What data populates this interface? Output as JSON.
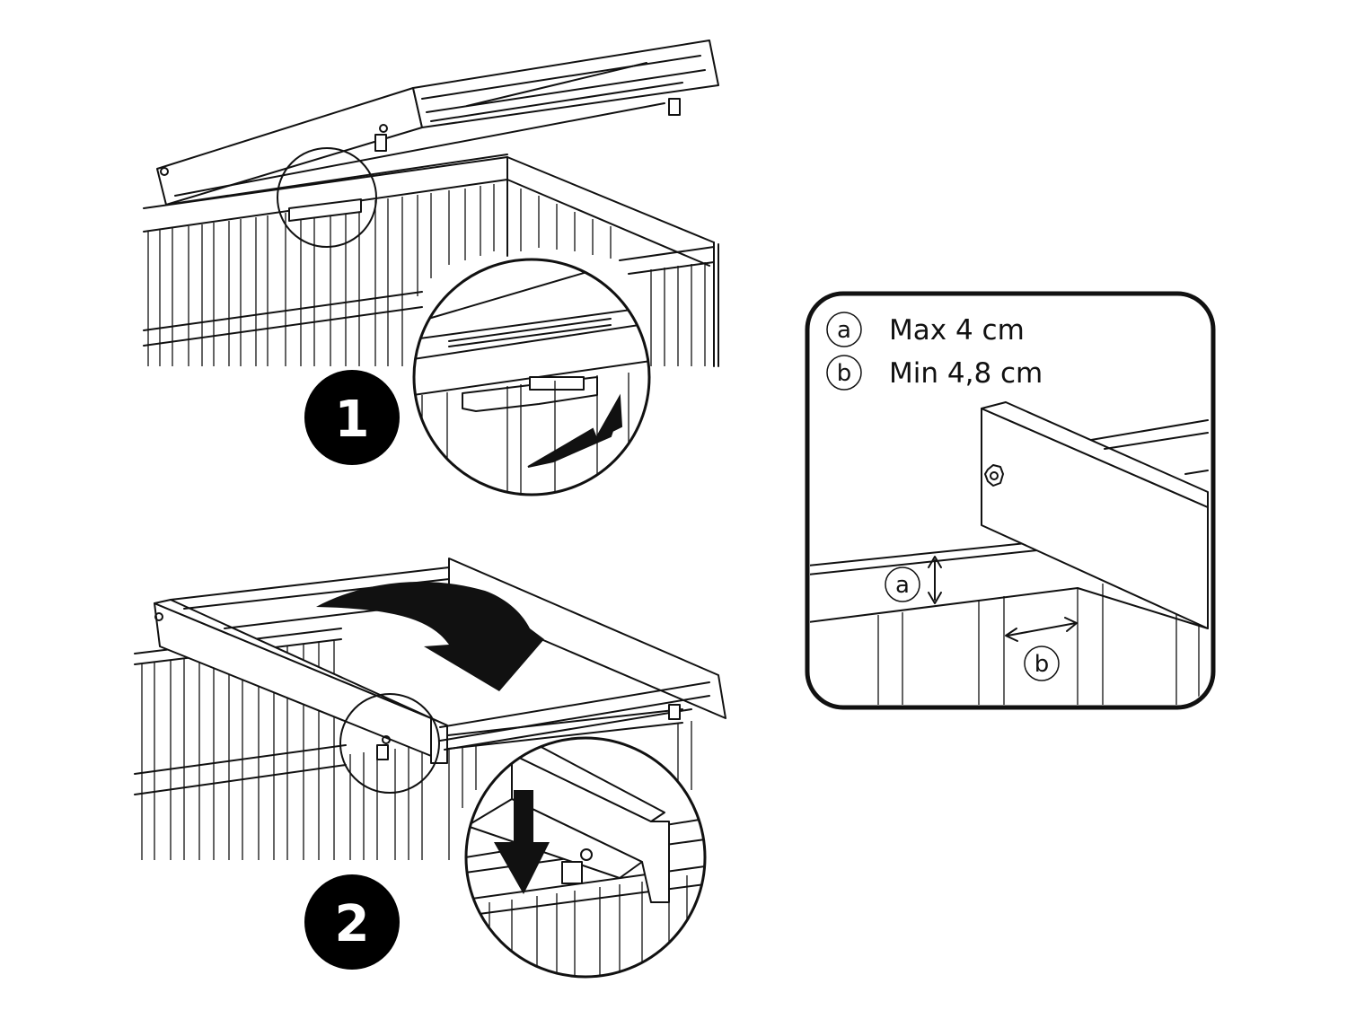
{
  "steps": [
    {
      "number": "1"
    },
    {
      "number": "2"
    }
  ],
  "detail_panel": {
    "legend": [
      {
        "letter": "a",
        "text": "Max 4 cm"
      },
      {
        "letter": "b",
        "text": "Min 4,8 cm"
      }
    ],
    "markers": {
      "a": "a",
      "b": "b"
    }
  },
  "colors": {
    "ink": "#111111",
    "paper": "#ffffff"
  },
  "icons": [
    "curved-arrow-icon",
    "push-arrow-icon",
    "down-arrow-icon"
  ]
}
